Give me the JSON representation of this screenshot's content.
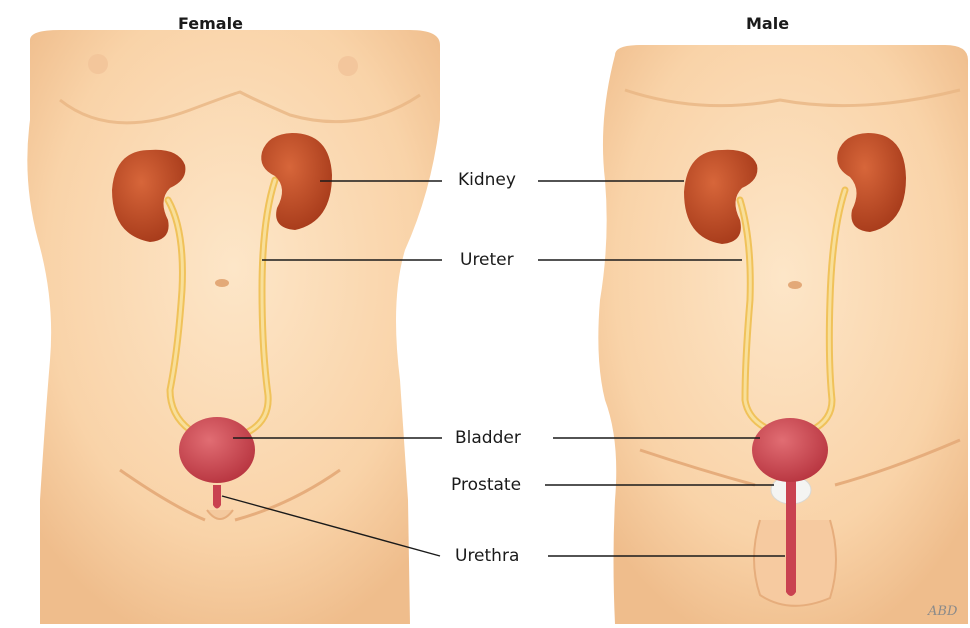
{
  "titles": {
    "female": "Female",
    "male": "Male"
  },
  "labels": {
    "kidney": "Kidney",
    "ureter": "Ureter",
    "bladder": "Bladder",
    "prostate": "Prostate",
    "urethra": "Urethra"
  },
  "colors": {
    "skin_light": "#fde5c6",
    "skin_mid": "#f8cfa0",
    "skin_shadow": "#eab682",
    "kidney": "#b5431f",
    "kidney_highlight": "#d7663a",
    "ureter": "#f3cc6c",
    "bladder": "#c94250",
    "bladder_highlight": "#e16d73",
    "prostate": "#f2f2f0",
    "leader_line": "#1a1a1a"
  },
  "signature": "ABD"
}
